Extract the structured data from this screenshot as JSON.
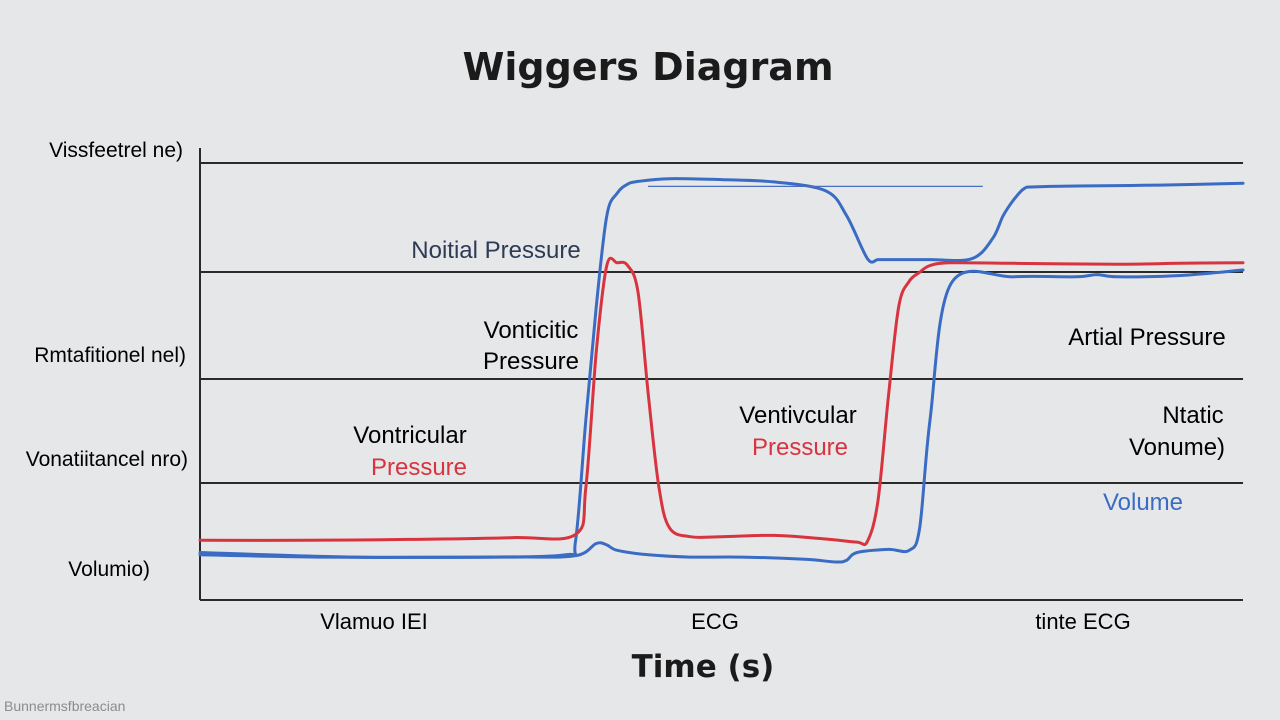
{
  "title": "Wiggers Diagram",
  "xlabel": "Time (s)",
  "watermark": "Bunnermsfbreacian",
  "colors": {
    "background": "#e6e7e9",
    "axis": "#2a2a2a",
    "red": "#d8343f",
    "blue": "#3a6cc4",
    "text": "#2a2a2a"
  },
  "row_labels": [
    "Vissfeetrel ne)",
    "Rmtafitionel nel)",
    "Vonatiitancel nro)",
    "Volumio)"
  ],
  "x_tick_labels": [
    "Vlamuo IEI",
    "ECG",
    "tinte ECG"
  ],
  "annotations": [
    {
      "text": "Noitial Pressure",
      "color": "#2f3a55"
    },
    {
      "text": "Vonticitic",
      "color": "#2a2a2a"
    },
    {
      "text": "Pressure",
      "color": "#2a2a2a"
    },
    {
      "text": "Vontricular",
      "color": "#2a2a2a"
    },
    {
      "text": "Pressure",
      "color": "#d8343f"
    },
    {
      "text": "Ventivcular",
      "color": "#2a2a2a"
    },
    {
      "text": "Pressure",
      "color": "#d8343f"
    },
    {
      "text": "Artial Pressure",
      "color": "#2a2a2a"
    },
    {
      "text": "Ntatic",
      "color": "#2a2a2a"
    },
    {
      "text": "Vonume)",
      "color": "#2a2a2a"
    },
    {
      "text": "Volume",
      "color": "#3a6cc4"
    }
  ],
  "chart_data": {
    "type": "line",
    "title": "Wiggers Diagram",
    "xlabel": "Time (s)",
    "ylabel": "",
    "xlim": [
      0,
      1
    ],
    "ylim": [
      0,
      100
    ],
    "grid": "horizontal",
    "series": [
      {
        "color": "#3a6cc4",
        "x": [
          0,
          0.12,
          0.25,
          0.35,
          0.36,
          0.37,
          0.38,
          0.39,
          0.4,
          0.41,
          0.42,
          0.45,
          0.5,
          0.55,
          0.6,
          0.62,
          0.64,
          0.65,
          0.66,
          0.67,
          0.7,
          0.74,
          0.76,
          0.77,
          0.78,
          0.79,
          0.8,
          0.84,
          0.92,
          1.0
        ],
        "y": [
          10,
          9.5,
          9.5,
          10,
          13,
          40,
          65,
          85,
          90,
          92,
          92.6,
          93.2,
          93,
          92.5,
          90.5,
          85,
          75.5,
          75.3,
          75.3,
          75.3,
          75.3,
          75.5,
          80,
          85,
          88.5,
          91,
          91.4,
          91.6,
          91.8,
          92.2
        ]
      },
      {
        "color": "#3a6cc4",
        "x": [
          0,
          0.15,
          0.3,
          0.36,
          0.38,
          0.39,
          0.4,
          0.43,
          0.47,
          0.52,
          0.58,
          0.61,
          0.62,
          0.63,
          0.66,
          0.68,
          0.69,
          0.7,
          0.72,
          0.78,
          0.84,
          0.86,
          0.88,
          0.94,
          1.0
        ],
        "y": [
          10.5,
          9.5,
          9.5,
          9.8,
          12.5,
          12.2,
          11,
          10,
          9.5,
          9.5,
          9,
          8.4,
          8.8,
          10.5,
          11.2,
          11,
          16,
          40,
          70,
          71.5,
          71.5,
          72,
          71.5,
          71.8,
          73
        ]
      },
      {
        "color": "#d8343f",
        "x": [
          0,
          0.1,
          0.2,
          0.3,
          0.36,
          0.37,
          0.38,
          0.39,
          0.4,
          0.41,
          0.42,
          0.43,
          0.44,
          0.45,
          0.47,
          0.5,
          0.55,
          0.6,
          0.63,
          0.64,
          0.65,
          0.66,
          0.67,
          0.68,
          0.69,
          0.7,
          0.72,
          0.78,
          0.88,
          0.94,
          1.0
        ],
        "y": [
          13.2,
          13.2,
          13.4,
          13.8,
          14.5,
          25,
          55,
          74,
          74.6,
          74,
          68,
          45,
          25,
          16,
          14,
          14,
          14.3,
          13.5,
          12.8,
          13,
          22,
          45,
          65,
          70.5,
          72.5,
          74,
          74.6,
          74.5,
          74.3,
          74.5,
          74.6
        ]
      },
      {
        "color": "#4a6fc0",
        "x": [
          0.43,
          0.75
        ],
        "y": [
          91.5,
          91.5
        ]
      }
    ]
  }
}
